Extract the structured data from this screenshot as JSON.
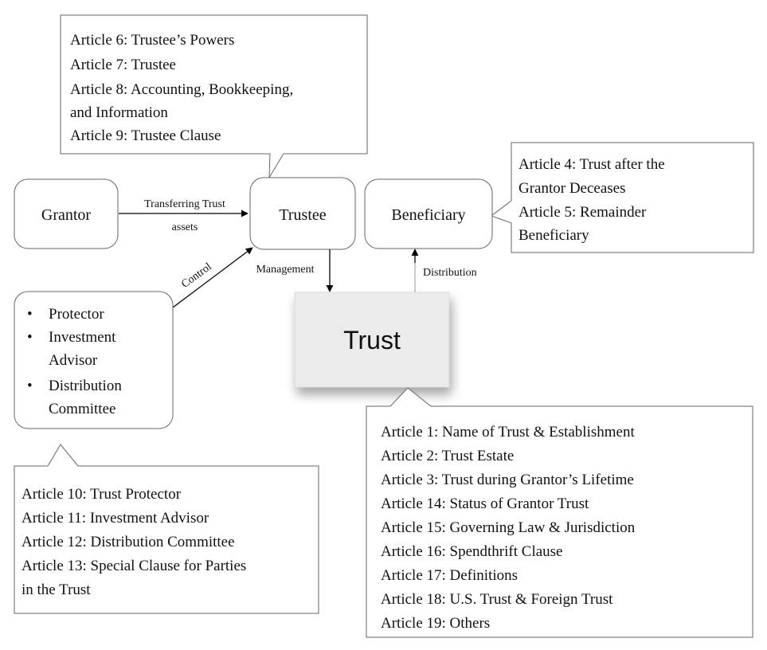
{
  "nodes": {
    "grantor": "Grantor",
    "trustee": "Trustee",
    "beneficiary": "Beneficiary",
    "trust": "Trust"
  },
  "parties": [
    "Protector",
    "Investment",
    "Advisor",
    "Distribution",
    "Committee"
  ],
  "edges": {
    "transferring_line1": "Transferring Trust",
    "transferring_line2": "assets",
    "control": "Control",
    "management": "Management",
    "distribution": "Distribution"
  },
  "callouts": {
    "trustee": [
      "Article 6: Trustee’s Powers",
      "Article 7: Trustee",
      "Article 8: Accounting, Bookkeeping,",
      "and Information",
      "Article 9: Trustee Clause"
    ],
    "beneficiary": [
      "Article 4: Trust after the",
      "Grantor Deceases",
      "Article 5: Remainder",
      "Beneficiary"
    ],
    "parties": [
      "Article 10: Trust Protector",
      "Article 11: Investment Advisor",
      "Article 12: Distribution Committee",
      "Article 13: Special Clause for Parties",
      "in the Trust"
    ],
    "trust": [
      "Article 1: Name of Trust & Establishment",
      "Article 2: Trust Estate",
      "Article 3: Trust during Grantor’s Lifetime",
      "Article 14: Status of Grantor Trust",
      "Article 15: Governing Law & Jurisdiction",
      "Article 16: Spendthrift Clause",
      "Article 17: Definitions",
      "Article 18: U.S. Trust & Foreign Trust",
      "Article 19: Others"
    ]
  }
}
